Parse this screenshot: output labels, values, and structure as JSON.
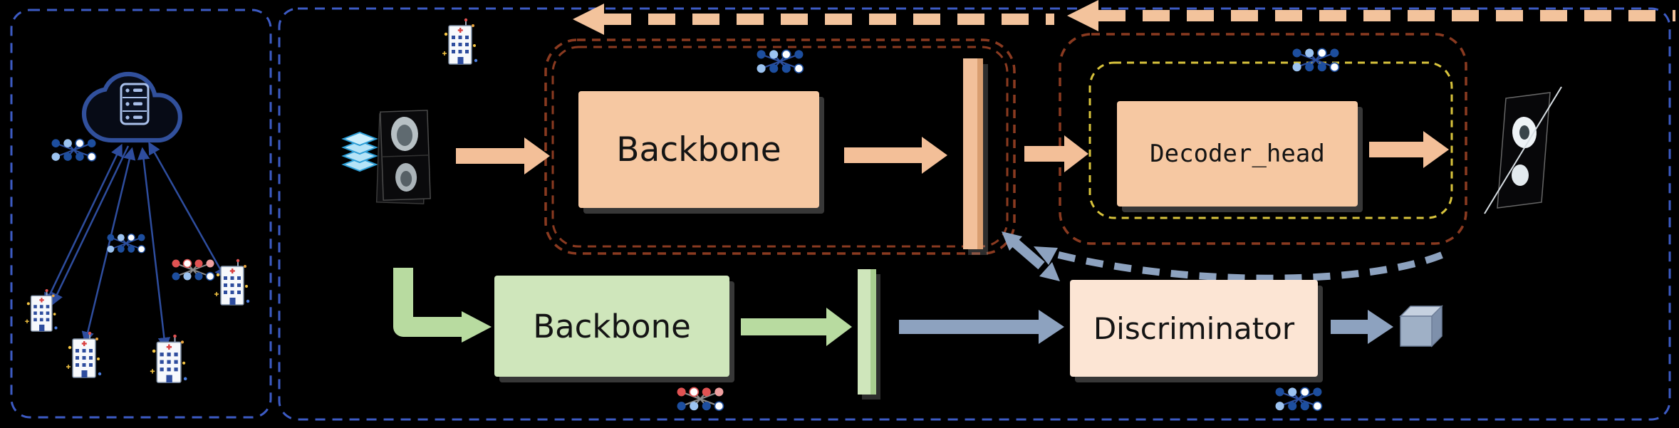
{
  "figure": {
    "type": "federated-gan-architecture-diagram",
    "labels": {
      "generator_backbone": "Backbone",
      "decoder_head": "Decoder_head",
      "local_backbone": "Backbone",
      "discriminator": "Discriminator"
    },
    "icons": [
      "cloud-server-icon",
      "hospital-building-icon",
      "gene-dots-icon",
      "layer-stack-icon",
      "mri-input-image",
      "segmentation-output-image",
      "feature-bar",
      "cube-icon"
    ],
    "colors": {
      "background": "#000000",
      "panel_border_blue": "#3d5bc4",
      "generator_box": "#f6c8a2",
      "generator_outline_brown": "#8a3a20",
      "decoder_outline_yellow": "#d8c33c",
      "arrow_orange": "#f3bf98",
      "local_box_green": "#cfe6bb",
      "arrow_green": "#b8dba0",
      "discriminator_box": "#fce5d4",
      "arrow_gray": "#8da2bf"
    }
  }
}
